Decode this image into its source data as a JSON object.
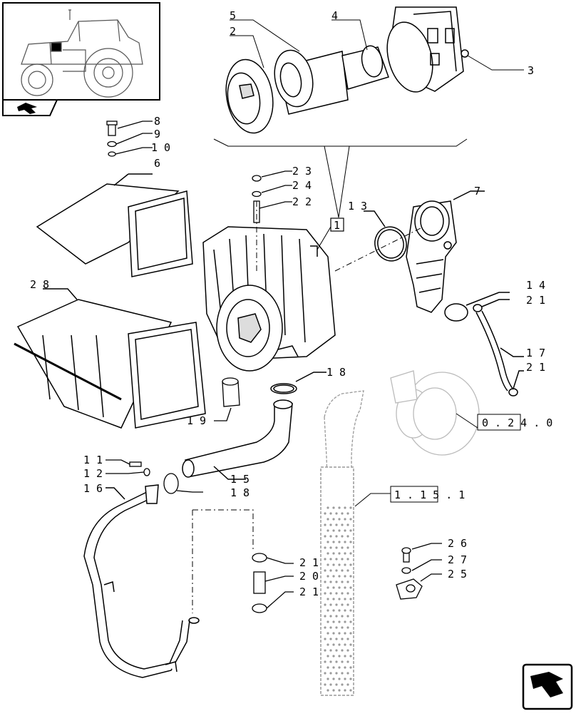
{
  "labels": {
    "l1": "1",
    "l2": "2",
    "l3": "3",
    "l4": "4",
    "l5": "5",
    "l6": "6",
    "l7": "7",
    "l8": "8",
    "l9": "9",
    "l10": "1 0",
    "l11": "1 1",
    "l12": "1 2",
    "l13": "1 3",
    "l14": "1 4",
    "l15": "1 5",
    "l16": "1 6",
    "l17": "1 7",
    "l18a": "1 8",
    "l18b": "1 8",
    "l19": "1 9",
    "l20": "2 0",
    "l21a": "2 1",
    "l21b": "2 1",
    "l21c": "2 1",
    "l21d": "2 1",
    "l22": "2 2",
    "l23": "2 3",
    "l24": "2 4",
    "l25": "2 5",
    "l26": "2 6",
    "l27": "2 7",
    "l28": "2 8"
  },
  "references": {
    "turbo_ref": "0 . 2 4 . 0",
    "exhaust_ref": "1 . 1 5 . 1"
  },
  "colors": {
    "line": "#000000",
    "fill": "#ffffff",
    "shade": "#d9d9d9",
    "perforation": "#9a9a9a"
  },
  "icons": {
    "thumbnail": "tractor-icon",
    "nav_small": "arrow-icon",
    "nav_large": "arrow-icon"
  }
}
